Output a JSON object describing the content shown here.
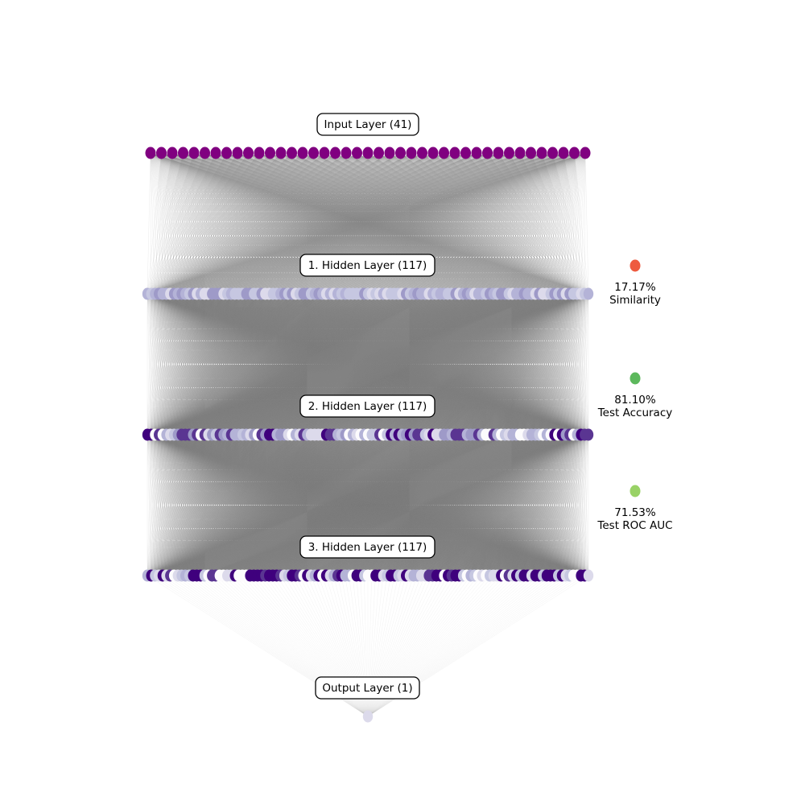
{
  "layers": [
    {
      "label": "Input Layer (41)",
      "count": 41
    },
    {
      "label": "1. Hidden Layer (117)",
      "count": 117
    },
    {
      "label": "2. Hidden Layer (117)",
      "count": 117
    },
    {
      "label": "3. Hidden Layer (117)",
      "count": 117
    },
    {
      "label": "Output Layer (1)",
      "count": 1
    }
  ],
  "metrics": [
    {
      "value": "17.17%",
      "name": "Similarity",
      "color": "#ee5a3f"
    },
    {
      "value": "81.10%",
      "name": "Test Accuracy",
      "color": "#5cb85c"
    },
    {
      "value": "71.53%",
      "name": "Test ROC AUC",
      "color": "#99d266"
    }
  ],
  "colors": {
    "input_node": "#800080",
    "edge": "#808080",
    "purples_palette": [
      "#dcdaeb",
      "#c6c7e1",
      "#b4b3d7",
      "#9e9ac8",
      "#7f76b7",
      "#5a3592",
      "#3f007d",
      "#fcfbfd"
    ],
    "output_node": "#dcdaeb"
  }
}
